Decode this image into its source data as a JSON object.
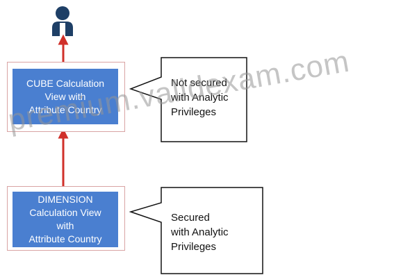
{
  "nodes": {
    "cube": {
      "label": "CUBE Calculation\nView with\nAttribute Country",
      "color": "#4a7fd0"
    },
    "dimension": {
      "label": "DIMENSION\nCalculation View\nwith\nAttribute Country",
      "color": "#4a7fd0"
    }
  },
  "callouts": {
    "cube_note": "Not secured\nwith Analytic\nPrivileges",
    "dimension_note": "Secured\nwith Analytic\nPrivileges"
  },
  "watermark": "premium.validexam.com",
  "icons": {
    "user": "user-icon",
    "arrow": "arrow-up-icon"
  },
  "colors": {
    "node_fill": "#4a7fd0",
    "arrow": "#d0302a",
    "user": "#1e3f66"
  }
}
